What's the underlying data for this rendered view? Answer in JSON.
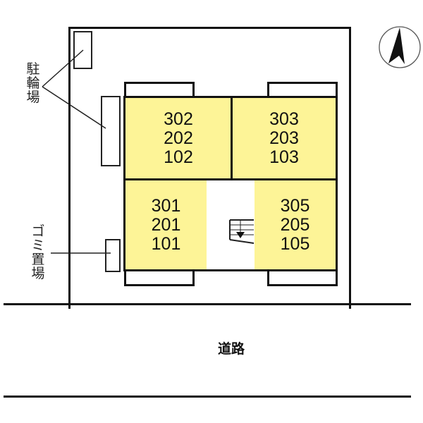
{
  "site_plan": {
    "units": [
      {
        "id": "unit-302",
        "label": "302\n202\n102"
      },
      {
        "id": "unit-303",
        "label": "303\n203\n103"
      },
      {
        "id": "unit-301",
        "label": "301\n201\n101"
      },
      {
        "id": "unit-305",
        "label": "305\n205\n105"
      }
    ],
    "labels": {
      "bicycle_parking": "駐輪場",
      "garbage_area": "ゴミ置場",
      "road": "道路"
    },
    "icons": {
      "compass": "north-arrow",
      "stairs": "stairs-down-arrow"
    },
    "colors": {
      "unit_fill": "#fdf497",
      "line": "#111111",
      "background": "#ffffff"
    }
  }
}
